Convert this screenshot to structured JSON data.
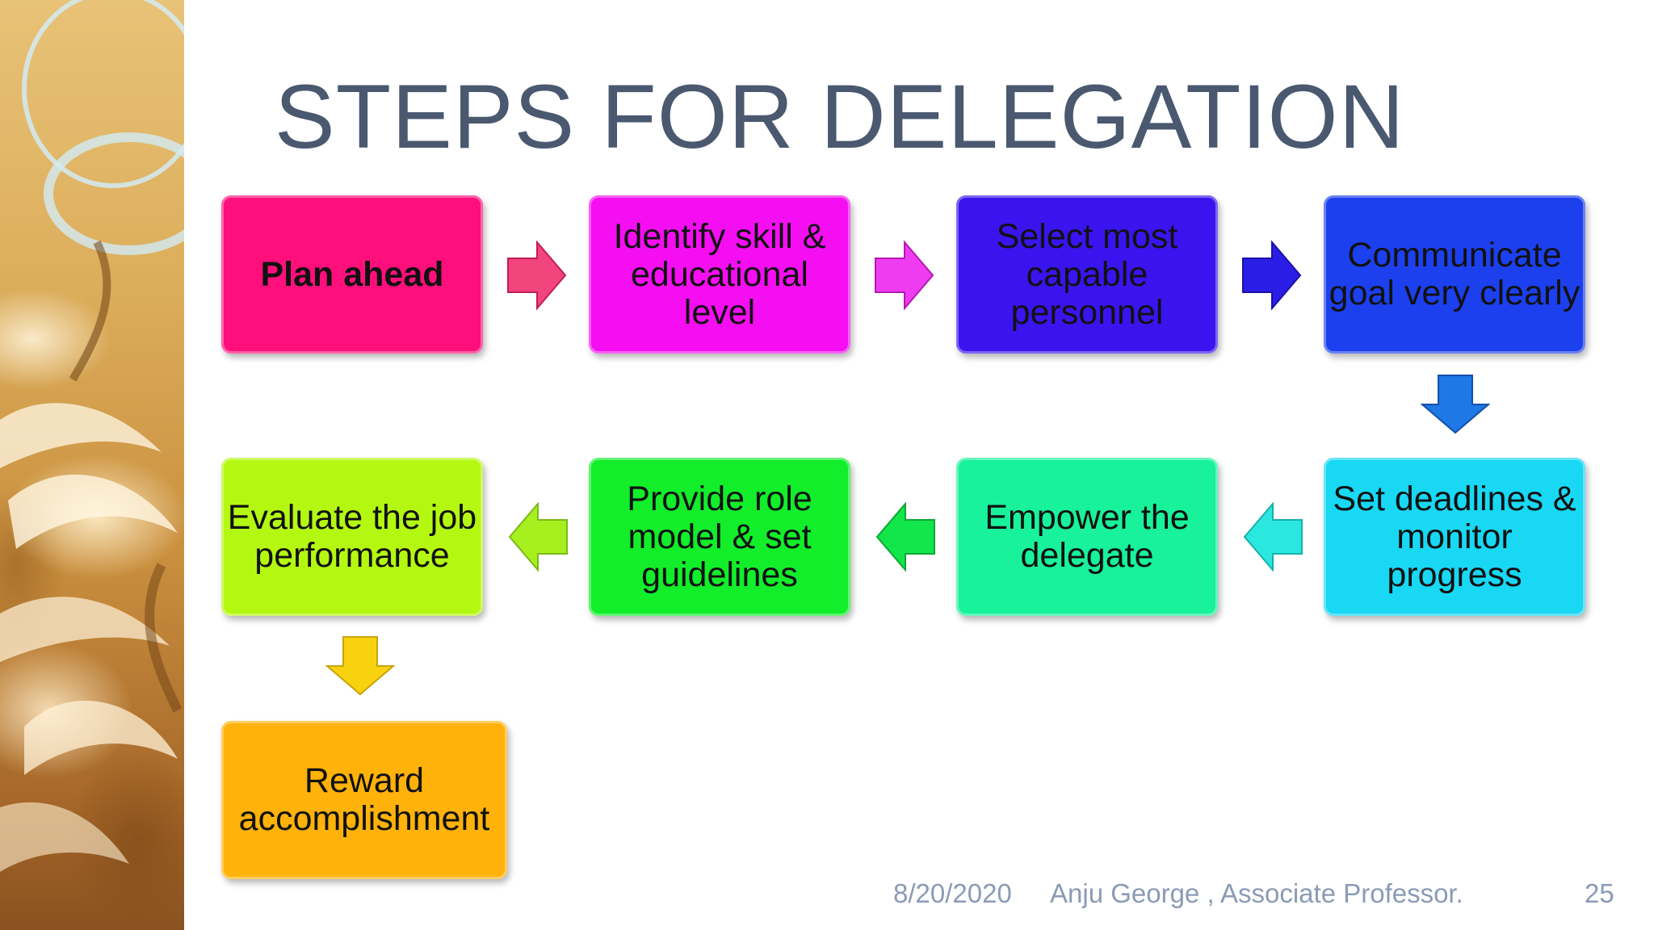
{
  "slide": {
    "title": "STEPS FOR DELEGATION",
    "footer": {
      "date": "8/20/2020",
      "author": "Anju George , Associate Professor.",
      "page_number": "25"
    }
  },
  "steps": [
    {
      "id": 1,
      "label": "Plan ahead",
      "color": "#ff0f7b"
    },
    {
      "id": 2,
      "label": "Identify skill & educational level",
      "color": "#f50ef2"
    },
    {
      "id": 3,
      "label": "Select most capable personnel",
      "color": "#3a14ee"
    },
    {
      "id": 4,
      "label": "Communicate goal very clearly",
      "color": "#1c40ee"
    },
    {
      "id": 5,
      "label": "Set deadlines & monitor progress",
      "color": "#18d8f4"
    },
    {
      "id": 6,
      "label": "Empower the delegate",
      "color": "#18f29a"
    },
    {
      "id": 7,
      "label": "Provide role model & set guidelines",
      "color": "#12ee2a"
    },
    {
      "id": 8,
      "label": "Evaluate the job performance",
      "color": "#b4f812"
    },
    {
      "id": 9,
      "label": "Reward accomplishment",
      "color": "#ffb20a"
    }
  ],
  "flow": [
    {
      "from": 1,
      "to": 2,
      "direction": "right"
    },
    {
      "from": 2,
      "to": 3,
      "direction": "right"
    },
    {
      "from": 3,
      "to": 4,
      "direction": "right"
    },
    {
      "from": 4,
      "to": 5,
      "direction": "down"
    },
    {
      "from": 5,
      "to": 6,
      "direction": "left"
    },
    {
      "from": 6,
      "to": 7,
      "direction": "left"
    },
    {
      "from": 7,
      "to": 8,
      "direction": "left"
    },
    {
      "from": 8,
      "to": 9,
      "direction": "down"
    }
  ]
}
